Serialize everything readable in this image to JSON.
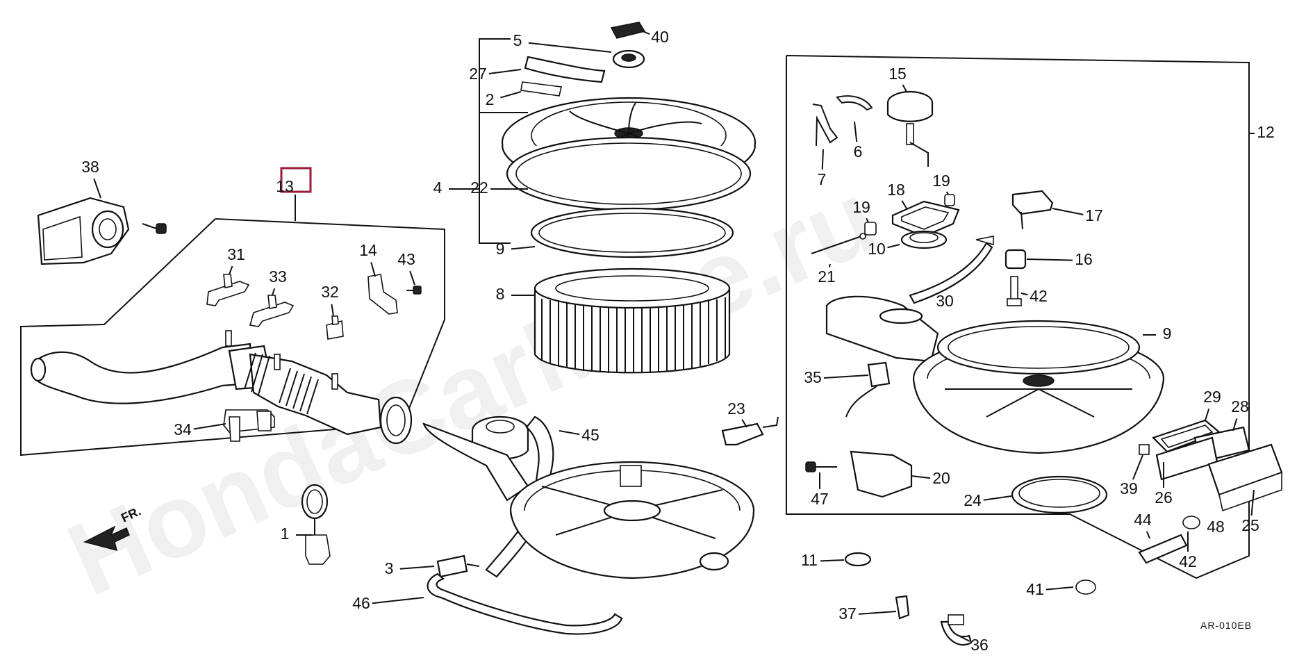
{
  "watermark": "HondaCarMine.ru",
  "highlighted_part": "13",
  "direction_label": "FR.",
  "reference_code": "AR-010EB",
  "part_labels": [
    "1",
    "2",
    "3",
    "4",
    "5",
    "6",
    "7",
    "8",
    "9",
    "9",
    "10",
    "11",
    "12",
    "13",
    "14",
    "15",
    "16",
    "17",
    "18",
    "19",
    "19",
    "20",
    "21",
    "22",
    "23",
    "24",
    "25",
    "26",
    "27",
    "28",
    "29",
    "30",
    "31",
    "32",
    "33",
    "34",
    "35",
    "36",
    "37",
    "38",
    "39",
    "40",
    "41",
    "42",
    "42",
    "43",
    "44",
    "45",
    "46",
    "47",
    "48"
  ]
}
